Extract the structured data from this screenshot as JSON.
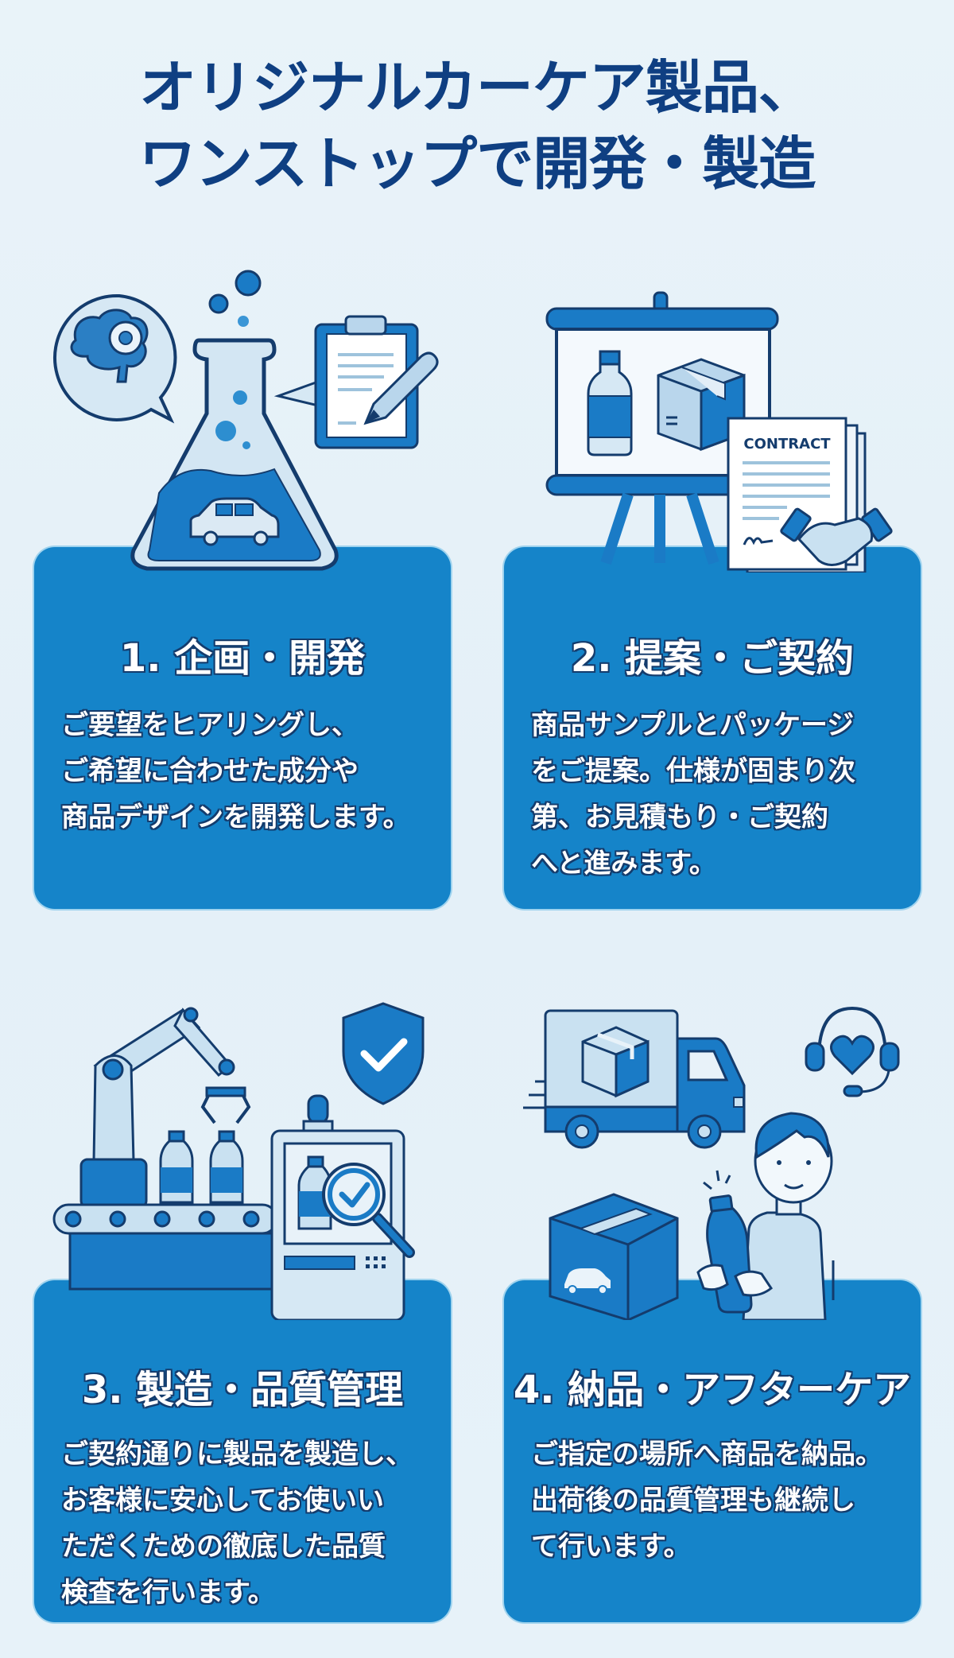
{
  "header": {
    "title_line1": "オリジナルカーケア製品、",
    "title_line2": "ワンストップで開発・製造"
  },
  "colors": {
    "background": "#e6f1f8",
    "title": "#0f3f82",
    "card": "#1584c9",
    "outline": "#143c6d",
    "light_fill": "#c9e1f1"
  },
  "steps": [
    {
      "heading": "1. 企画・開発",
      "lines": [
        "ご要望をヒアリングし、",
        "ご希望に合わせた成分や",
        "商品デザインを開発します。"
      ],
      "illustration": [
        "brain-gear-icon",
        "flask-icon",
        "car-icon",
        "clipboard-icon",
        "pencil-icon"
      ]
    },
    {
      "heading": "2. 提案・ご契約",
      "lines": [
        "商品サンプルとパッケージ",
        "をご提案。仕様が固まり次",
        "第、お見積もり・ご契約",
        "へと進みます。"
      ],
      "illustration": [
        "presentation-board-icon",
        "bottle-icon",
        "box-icon",
        "contract-icon",
        "handshake-icon"
      ],
      "contract_label": "CONTRACT"
    },
    {
      "heading": "3. 製造・品質管理",
      "lines": [
        "ご契約通りに製品を製造し、",
        "お客様に安心してお使いい",
        "ただくための徹底した品質",
        "検査を行います。"
      ],
      "illustration": [
        "robot-arm-icon",
        "conveyor-belt-icon",
        "bottle-icon",
        "inspection-machine-icon",
        "magnifier-check-icon",
        "shield-check-icon"
      ]
    },
    {
      "heading": "4. 納品・アフターケア",
      "lines": [
        "ご指定の場所へ商品を納品。",
        "出荷後の品質管理も継続し",
        "て行います。"
      ],
      "illustration": [
        "delivery-truck-icon",
        "box-icon",
        "headset-heart-icon",
        "customer-icon",
        "bottle-icon"
      ]
    }
  ]
}
